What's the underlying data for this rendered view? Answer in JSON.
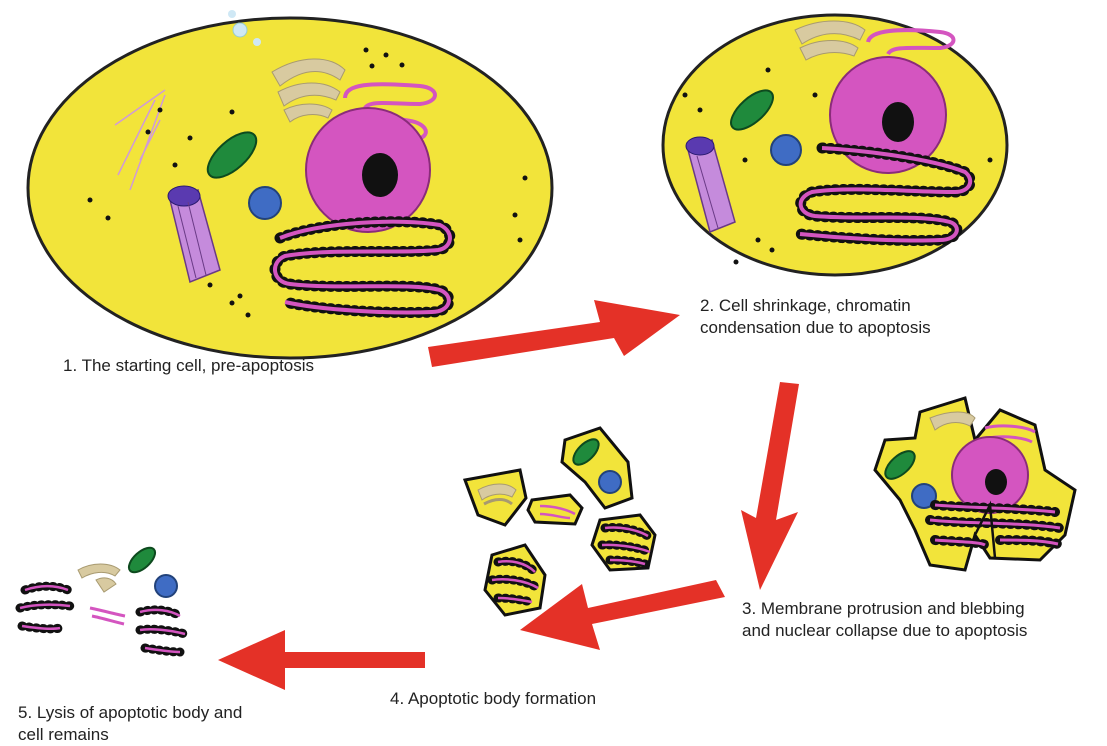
{
  "steps": [
    {
      "lines": [
        "1. The starting cell, pre-apoptosis"
      ]
    },
    {
      "lines": [
        "2. Cell shrinkage, chromatin",
        "condensation due to apoptosis"
      ]
    },
    {
      "lines": [
        "3. Membrane protrusion and blebbing",
        "and nuclear collapse due to apoptosis"
      ]
    },
    {
      "lines": [
        "4.  Apoptotic body formation"
      ]
    },
    {
      "lines": [
        "5. Lysis of apoptotic body and",
        "cell remains"
      ]
    }
  ],
  "colors": {
    "cytoplasm": "#f2e43a",
    "membrane": "#1a1a1a",
    "nucleus": "#d455c0",
    "nucleolus": "#111111",
    "mitochondrion": "#1f8a3c",
    "vesicle": "#3f6cc4",
    "golgi": "#d8caa0",
    "er": "#d455c0",
    "centriole": "#c58bdc",
    "arrow": "#e43127",
    "ribosome": "#111111"
  }
}
